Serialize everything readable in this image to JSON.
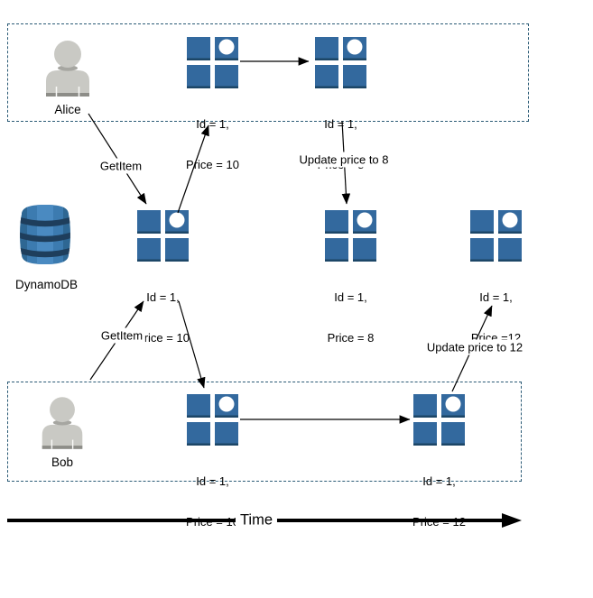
{
  "actors": {
    "alice": "Alice",
    "bob": "Bob",
    "dynamodb": "DynamoDB"
  },
  "items": {
    "alice1": {
      "line1": "Id = 1,",
      "line2": "Price = 10"
    },
    "alice2": {
      "line1": "Id = 1,",
      "line2": "Price = 8"
    },
    "db_current": {
      "line1": "Id = 1,",
      "line2": "Price = 10"
    },
    "db_after8": {
      "line1": "Id = 1,",
      "line2": "Price = 8"
    },
    "db_after12": {
      "line1": "Id = 1,",
      "line2": "Price =12"
    },
    "bob1": {
      "line1": "Id = 1,",
      "line2": "Price = 10"
    },
    "bob2": {
      "line1": "Id = 1,",
      "line2": "Price = 12"
    }
  },
  "arrows": {
    "getitem_alice": "GetItem",
    "getitem_bob": "GetItem",
    "update8": "Update price to 8",
    "update12": "Update price to 12"
  },
  "timeline": {
    "label": "Time"
  },
  "colors": {
    "item_blue": "#33699E",
    "item_edge": "#1C4667",
    "box_border": "#2B5B76",
    "person_fill": "#C9C9C4",
    "person_band": "#8D8D88",
    "person_shadow": "#A6A6A1",
    "db_base": "#3C7BB0",
    "db_side": "#2E6793",
    "db_center": "#4A8AC1",
    "db_band": "#1E3E5C",
    "arrow_black": "#000000"
  }
}
